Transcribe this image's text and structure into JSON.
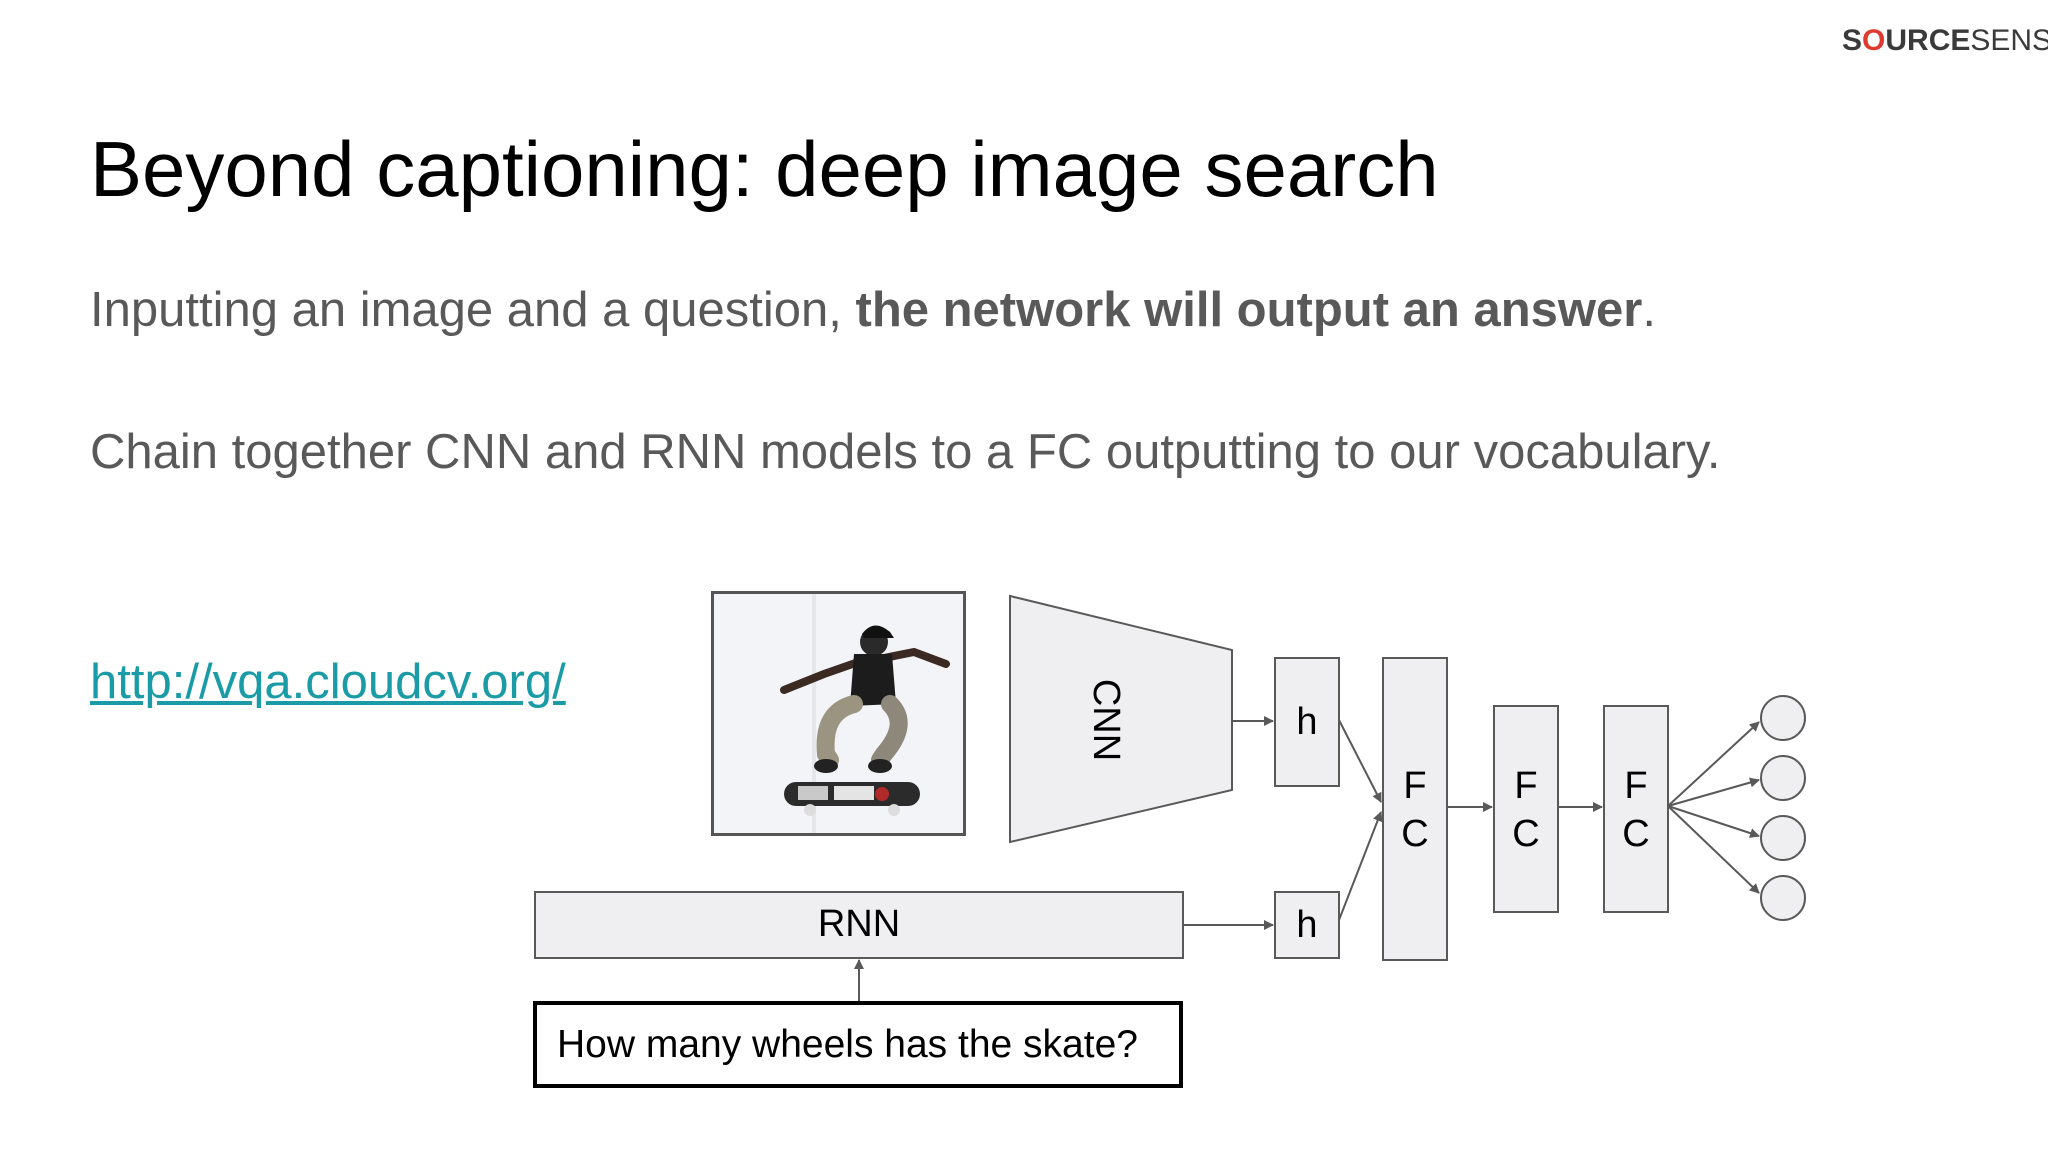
{
  "logo": {
    "part1": "S",
    "ring": "O",
    "part2": "URCE",
    "part3": "SENSE"
  },
  "title": "Beyond captioning: deep image search",
  "para1": {
    "pre": "Inputting an image and a question, ",
    "bold": "the network will output an answer",
    "post": "."
  },
  "para2": "Chain together CNN and RNN models to a FC outputting to our vocabulary.",
  "link": "http://vqa.cloudcv.org/",
  "diagram": {
    "cnn_label": "CNN",
    "rnn_label": "RNN",
    "hidden_label": "h",
    "fc_labels": [
      "F",
      "C"
    ],
    "question": "How many wheels has the skate?",
    "colors": {
      "box_fill": "#efeff1",
      "box_stroke": "#595959",
      "arrow": "#595959"
    }
  }
}
